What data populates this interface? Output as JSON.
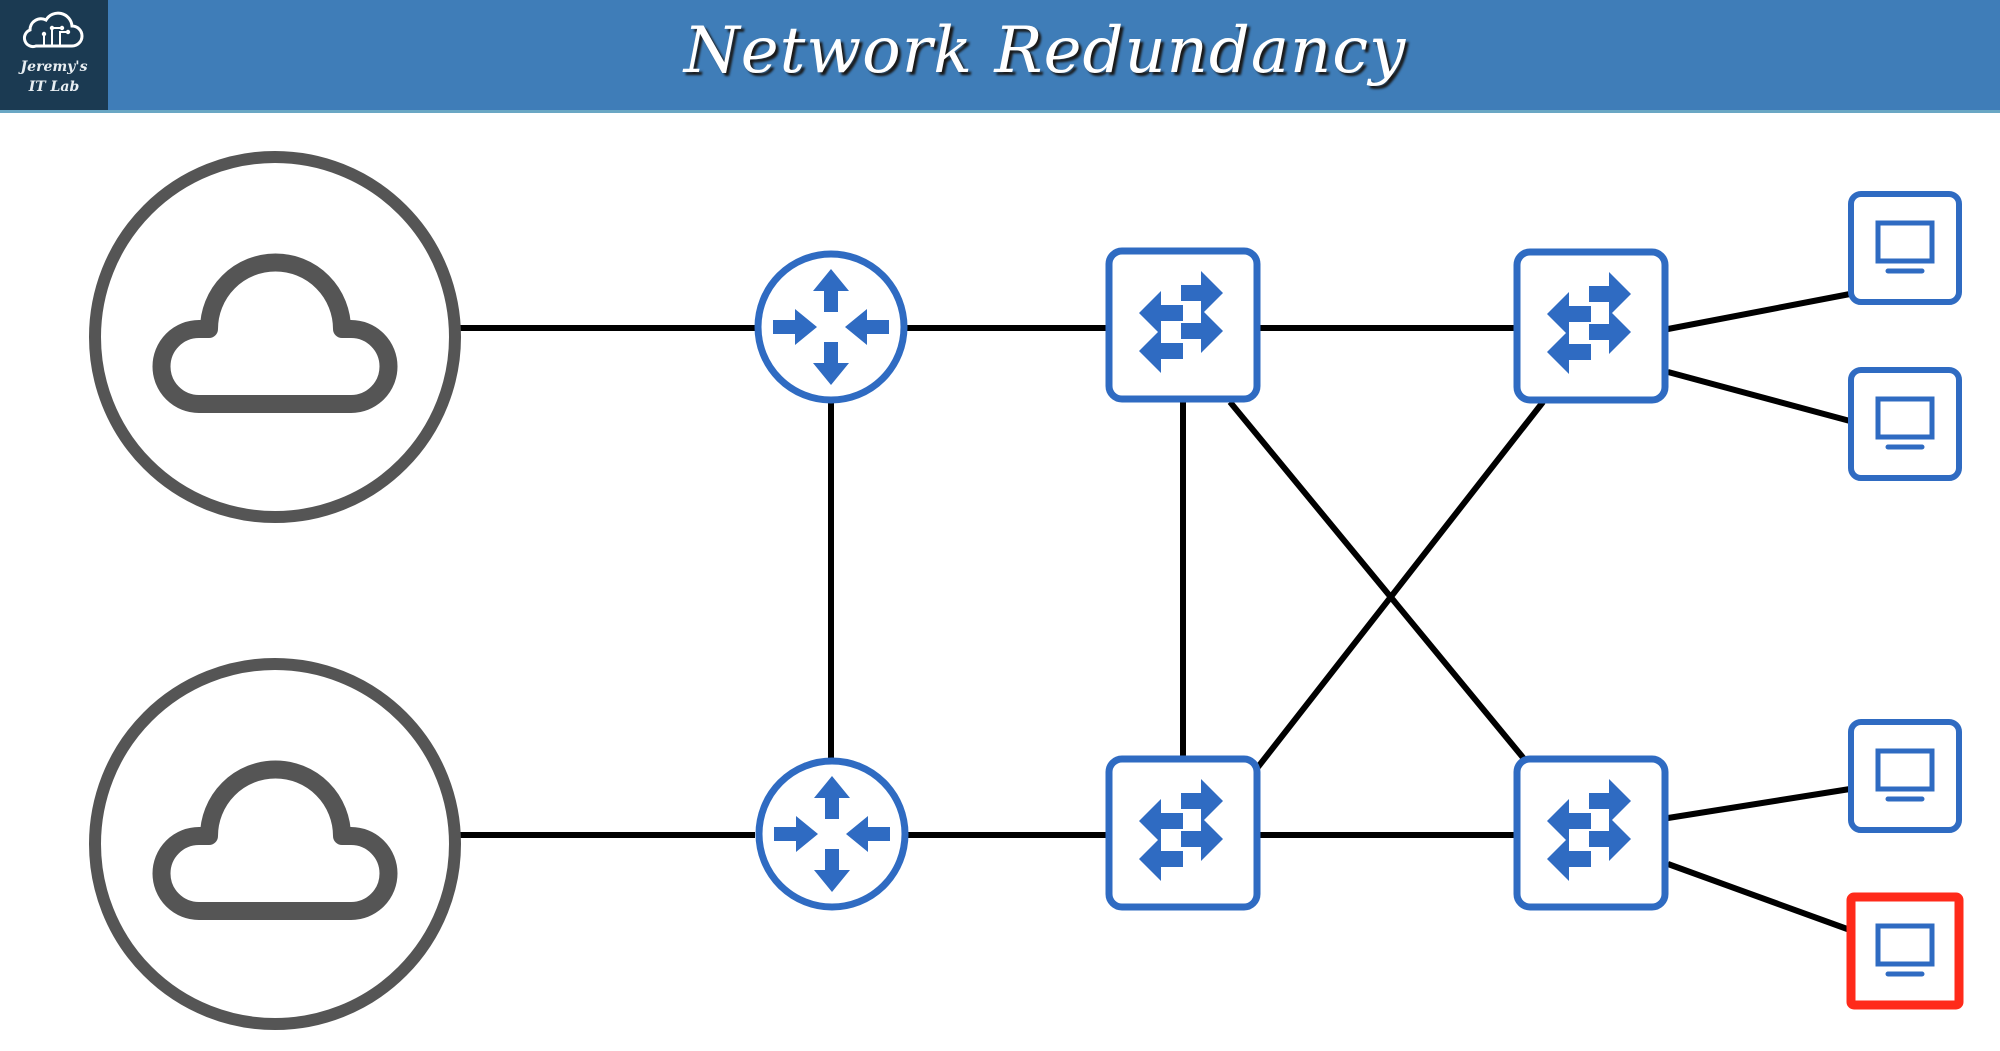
{
  "header": {
    "title": "Network Redundancy",
    "logo": {
      "line1": "Jeremy's",
      "line2": "IT Lab",
      "icon": "cloud-circuit-icon"
    }
  },
  "colors": {
    "header_bg": "#3f7db8",
    "logo_bg": "#1b3a52",
    "device_blue": "#2f6bc2",
    "cloud_gray": "#555555",
    "link": "#000000",
    "highlight": "#ff2a1a"
  },
  "diagram": {
    "nodes": [
      {
        "id": "internet-1",
        "type": "cloud",
        "icon": "cloud-icon"
      },
      {
        "id": "internet-2",
        "type": "cloud",
        "icon": "cloud-icon"
      },
      {
        "id": "router-1",
        "type": "router",
        "icon": "router-icon"
      },
      {
        "id": "router-2",
        "type": "router",
        "icon": "router-icon"
      },
      {
        "id": "switch-1",
        "type": "switch",
        "icon": "switch-icon"
      },
      {
        "id": "switch-2",
        "type": "switch",
        "icon": "switch-icon"
      },
      {
        "id": "switch-3",
        "type": "switch",
        "icon": "switch-icon"
      },
      {
        "id": "switch-4",
        "type": "switch",
        "icon": "switch-icon"
      },
      {
        "id": "pc-1",
        "type": "pc",
        "icon": "pc-icon",
        "highlighted": false
      },
      {
        "id": "pc-2",
        "type": "pc",
        "icon": "pc-icon",
        "highlighted": false
      },
      {
        "id": "pc-3",
        "type": "pc",
        "icon": "pc-icon",
        "highlighted": false
      },
      {
        "id": "pc-4",
        "type": "pc",
        "icon": "pc-icon",
        "highlighted": true
      }
    ],
    "links": [
      [
        "internet-1",
        "router-1"
      ],
      [
        "internet-2",
        "router-2"
      ],
      [
        "router-1",
        "router-2"
      ],
      [
        "router-1",
        "switch-1"
      ],
      [
        "router-2",
        "switch-2"
      ],
      [
        "switch-1",
        "switch-2"
      ],
      [
        "switch-1",
        "switch-3"
      ],
      [
        "switch-2",
        "switch-4"
      ],
      [
        "switch-1",
        "switch-4"
      ],
      [
        "switch-2",
        "switch-3"
      ],
      [
        "switch-3",
        "pc-1"
      ],
      [
        "switch-3",
        "pc-2"
      ],
      [
        "switch-4",
        "pc-3"
      ],
      [
        "switch-4",
        "pc-4"
      ]
    ]
  }
}
